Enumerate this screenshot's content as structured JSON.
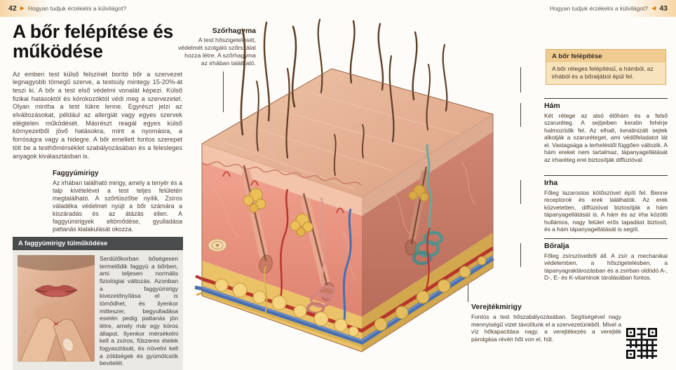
{
  "header": {
    "left": {
      "page_num": "42",
      "arrow": "▶",
      "title": "Hogyan tudjuk érzékelni a külvilágot?"
    },
    "right": {
      "page_num": "43",
      "arrow": "◀",
      "title": "Hogyan tudjuk érzékelni a külvilágot?"
    }
  },
  "left": {
    "title": "A bőr felépítése és működése",
    "intro": "Az emberi test külső felszínét borító bőr a szervezet legnagyobb tömegű szerve, a testsúly mintegy 15-20%-át teszi ki. A bőr a test első védelmi vonalát képezi. Külső fizikai hatásoktól és kórokozóktól védi meg a szervezetet. Olyan mintha a test tükre lenne. Egyrészt jelzi az elváltozásokat, például az allergiát vagy egyes szervek elégtelen működését. Másrészt reagál egyes külső környezetből jövő hatásokra, mint a nyomásra, a forróságra vagy a hidegre. A bőr emellett fontos szerepet tölt be a testhőmérséklet szabályozásában és a felesleges anyagok kiválasztásban is.",
    "sebaceous": {
      "heading": "Faggyúmirigy",
      "text": "Az irhában található mirigy, amely a tenyér és a talp kivételével a test teljes felületén megtalálható. A szőrtüszőbe nyílik. Zsíros váladéka védelmet nyújt a bőr számára a kiszáradás és az átázás ellen. A faggyúmirigyek eltömődése, gyulladása pattanás kialakulását okozza."
    },
    "info_box": {
      "heading": "A faggyúmirigy túlműködése",
      "text": "Serdülőkorban bőségesen termelődik faggyú a bőrben, ami teljesen normális fiziológiai változás. Azonban a faggyúmirigy kivezetőnyílása el is tömődhet, és ilyenkor mitteszer, begyulladása esetén pedig pattanás jön létre, amely már egy kóros állapot. Ilyenkor mérsékelni kell a zsíros, fűszeres ételek fogyasztását, és növelni kell a zöldségek és gyümölcsök bevitelét."
    }
  },
  "diagram": {
    "hair_bulb": {
      "heading": "Szőrhagyma",
      "text": "A test hőszigetelését, védelmét szolgáló szőrszálat hozza létre. A szőrhagyma az irhában található."
    }
  },
  "right": {
    "structure_box": {
      "heading": "A bőr felépítése",
      "text": "A bőr réteges felépítésű, a hámból, az irhából és a bőraljából épül fel."
    },
    "sections": [
      {
        "heading": "Hám",
        "text": "Két rétege az alsó élőhám és a felső szaruréteg. A sejtjeiben keratin fehérje halmozódik fel. Az elhalt, keratinizált sejtek alkotják a szaruréteget, ami védőfeladatot lát el. Vastagsága a terheléstől függően változik. A hám ereket nem tartalmaz, tápanyagellátását az irharéteg erei biztosítják diffúzióval."
      },
      {
        "heading": "Irha",
        "text": "Főleg lazarostos kötőszövet építi fel. Benne receptorok és erek találhatók. Az erek közvetetten, diffúzióval biztosítják a hám tápanyagellátását is. A hám és az irha közötti hullámos, nagy felület erős tapadást biztosít, és a hám tápanyagellátását is segíti."
      },
      {
        "heading": "Bőralja",
        "text": "Főleg zsírszövetből áll. A zsír a mechanikai védelemben, a hőszigetelésben, a tápanyagraktározásban és a zsírban oldódó A-, D-, E- és K-vitaminok tárolásában fontos."
      }
    ],
    "sweat_gland": {
      "heading": "Verejtékmirigy",
      "text": "Fontos a test hőszabályozásában. Segítségével nagy mennyiségű vizet távolítunk el a szervezetünkből. Mivel a víz hőkapacitása nagy, a verejtékezés a verejték párolgása révén hőt von el, hűt."
    }
  },
  "colors": {
    "accent_orange": "#e07b00",
    "box_tan": "#f7e4bc",
    "box_tan_header": "#f0cc92",
    "infobox_dark": "#4a4b4d",
    "epidermis": "#f3c3aa",
    "dermis": "#e58d7b",
    "fat": "#ecc268"
  }
}
